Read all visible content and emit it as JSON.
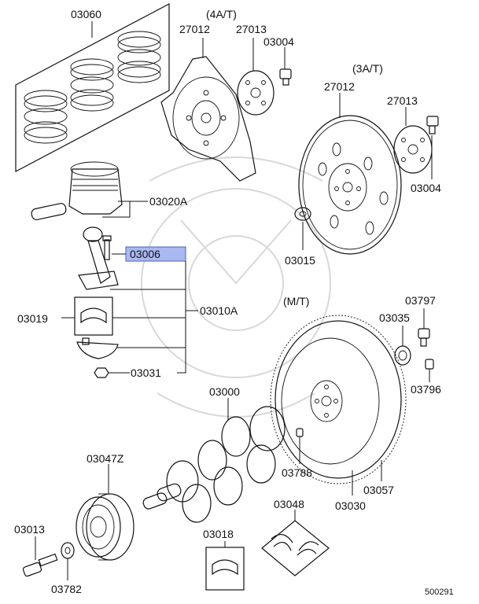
{
  "diagram": {
    "variant_labels": {
      "at4": "(4A/T)",
      "at3": "(3A/T)",
      "mt": "(M/T)"
    },
    "part_numbers": {
      "p03060": "03060",
      "p27012_4at": "27012",
      "p27013_4at": "27013",
      "p03004_4at": "03004",
      "p27012_3at": "27012",
      "p27013_3at": "27013",
      "p03004_3at": "03004",
      "p03020A": "03020A",
      "p03015": "03015",
      "p03006": "03006",
      "p03010A": "03010A",
      "p03019": "03019",
      "p03031": "03031",
      "p03797": "03797",
      "p03035": "03035",
      "p03796": "03796",
      "p03000": "03000",
      "p03047Z": "03047Z",
      "p03788": "03788",
      "p03057": "03057",
      "p03048": "03048",
      "p03030": "03030",
      "p03013": "03013",
      "p03018": "03018",
      "p03782": "03782"
    },
    "selected_part": "03006",
    "highlight_color": "#aab8f0",
    "figure_code": "500291"
  }
}
